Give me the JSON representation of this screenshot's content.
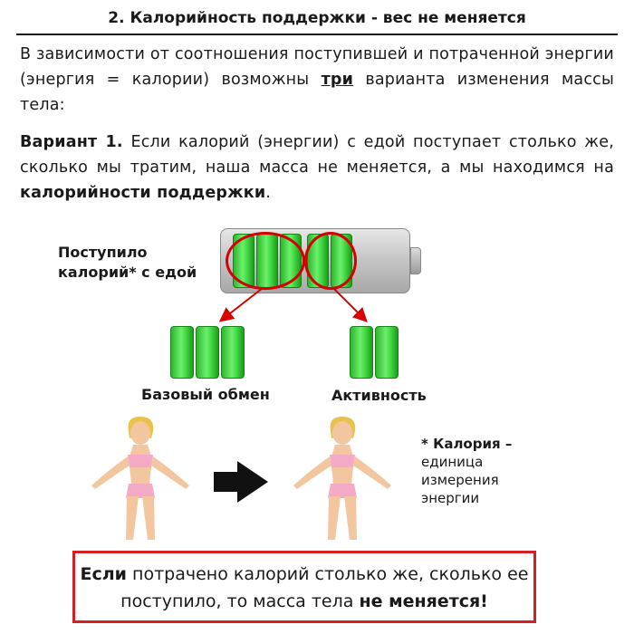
{
  "header": {
    "title": "2. Калорийность поддержки - вес не меняется"
  },
  "intro": {
    "before": "В зависимости от соотношения поступившей и потраченной энергии (энергия = калории) возможны ",
    "emph": "три",
    "after": " варианта изменения массы тела:"
  },
  "variant": {
    "label": "Вариант 1.",
    "text": " Если калорий (энергии) с едой поступает столько же, сколько мы тратим, наша масса не меняется, а мы находимся на ",
    "bold_end": "калорийности поддержки",
    "period": "."
  },
  "diagram": {
    "intake_label_line1": "Поступило",
    "intake_label_line2": "калорий* с едой",
    "base_label": "Базовый обмен",
    "activity_label": "Активность"
  },
  "footnote": {
    "line1": "* Калория –",
    "line2": "единица",
    "line3": "измерения",
    "line4": "энергии"
  },
  "conclusion": {
    "b1": "Если",
    "t1": " потрачено калорий столько же, сколько ее",
    "t2": "поступило, то масса тела ",
    "b2": "не меняется!"
  },
  "colors": {
    "accent_red": "#d42020",
    "cell_green": "#3fd53f"
  }
}
